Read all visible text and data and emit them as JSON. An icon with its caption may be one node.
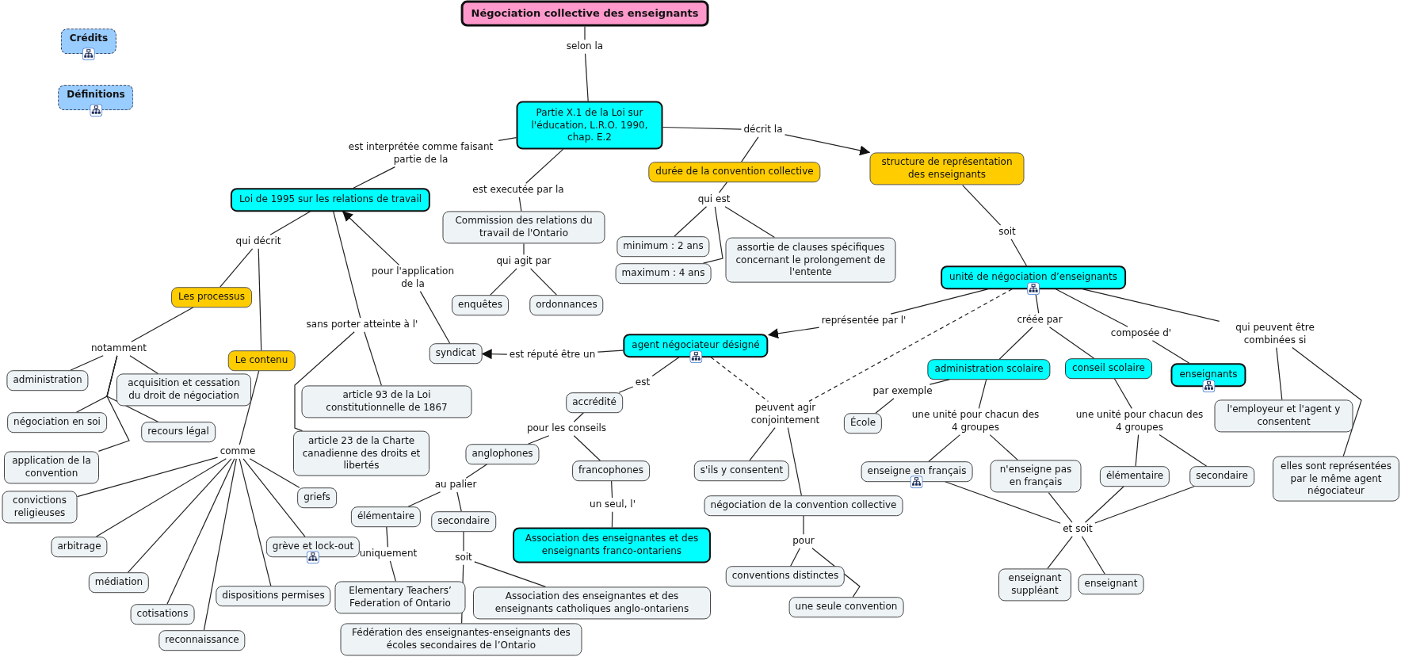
{
  "diagram": {
    "nodes": [
      {
        "text": [
          "Négociation collective des enseignants"
        ]
      },
      {
        "text": [
          "Crédits"
        ]
      },
      {
        "text": [
          "Définitions"
        ]
      },
      {
        "text": [
          "selon la"
        ]
      },
      {
        "text": [
          "Partie X.1 de la Loi sur l'éducation, L.R.O. 1990, chap. E.2"
        ]
      },
      {
        "text": [
          "est interprétée comme faisant partie de la"
        ]
      },
      {
        "text": [
          "Loi de 1995 sur les relations de travail"
        ]
      },
      {
        "text": [
          "est executée par la"
        ]
      },
      {
        "text": [
          "Commission des relations du travail de l'Ontario"
        ]
      },
      {
        "text": [
          "qui agit par"
        ]
      },
      {
        "text": [
          "enquêtes"
        ]
      },
      {
        "text": [
          "ordonnances"
        ]
      },
      {
        "text": [
          "décrit la"
        ]
      },
      {
        "text": [
          "durée de la convention collective"
        ]
      },
      {
        "text": [
          "structure de représentation des enseignants"
        ]
      },
      {
        "text": [
          "qui est"
        ]
      },
      {
        "text": [
          "minimum : 2 ans"
        ]
      },
      {
        "text": [
          "maximum : 4 ans"
        ]
      },
      {
        "text": [
          "assortie de clauses spécifiques concernant le prolongement de l'entente"
        ]
      },
      {
        "text": [
          "soit"
        ]
      },
      {
        "text": [
          "unité de négociation d’enseignants"
        ]
      },
      {
        "text": [
          "représentée par l'"
        ]
      },
      {
        "text": [
          "agent négociateur désigné"
        ]
      },
      {
        "text": [
          "créée par"
        ]
      },
      {
        "text": [
          "composée d'"
        ]
      },
      {
        "text": [
          "qui peuvent être combinées si"
        ]
      },
      {
        "text": [
          "pour l'application de la"
        ]
      },
      {
        "text": [
          "qui décrit"
        ]
      },
      {
        "text": [
          "Les processus"
        ]
      },
      {
        "text": [
          "notamment"
        ]
      },
      {
        "text": [
          "administration"
        ]
      },
      {
        "text": [
          "acquisition et cessation du droit de négociation"
        ]
      },
      {
        "text": [
          "négociation en soi"
        ]
      },
      {
        "text": [
          "recours légal"
        ]
      },
      {
        "text": [
          "application de la convention"
        ]
      },
      {
        "text": [
          "sans porter atteinte à l'"
        ]
      },
      {
        "text": [
          "Le contenu"
        ]
      },
      {
        "text": [
          "article 93 de la Loi constitutionnelle de 1867"
        ]
      },
      {
        "text": [
          "article 23 de la Charte canadienne des droits et libertés"
        ]
      },
      {
        "text": [
          "comme"
        ]
      },
      {
        "text": [
          "arbitrage"
        ]
      },
      {
        "text": [
          "griefs"
        ]
      },
      {
        "text": [
          "convictions religieuses"
        ]
      },
      {
        "text": [
          "médiation"
        ]
      },
      {
        "text": [
          "grève et lock-out"
        ]
      },
      {
        "text": [
          "cotisations"
        ]
      },
      {
        "text": [
          "dispositions permises"
        ]
      },
      {
        "text": [
          "reconnaissance"
        ]
      },
      {
        "text": [
          "syndicat"
        ]
      },
      {
        "text": [
          "est réputé être un"
        ]
      },
      {
        "text": [
          "est"
        ]
      },
      {
        "text": [
          "accrédité"
        ]
      },
      {
        "text": [
          "pour les conseils"
        ]
      },
      {
        "text": [
          "anglophones"
        ]
      },
      {
        "text": [
          "francophones"
        ]
      },
      {
        "text": [
          "un seul, l'"
        ]
      },
      {
        "text": [
          "Association des enseignantes et des enseignants franco-ontariens"
        ]
      },
      {
        "text": [
          "au palier"
        ]
      },
      {
        "text": [
          "élémentaire"
        ]
      },
      {
        "text": [
          "secondaire"
        ]
      },
      {
        "text": [
          "uniquement"
        ]
      },
      {
        "text": [
          "Elementary Teachers’ Federation of Ontario"
        ]
      },
      {
        "text": [
          "soit"
        ]
      },
      {
        "text": [
          "Association des enseignantes et des enseignants catholiques anglo-ontariens"
        ]
      },
      {
        "text": [
          "Fédération des enseignantes-enseignants des écoles secondaires de l’Ontario"
        ]
      },
      {
        "text": [
          "peuvent agir conjointement"
        ]
      },
      {
        "text": [
          "s'ils y consentent"
        ]
      },
      {
        "text": [
          "négociation de la convention collective"
        ]
      },
      {
        "text": [
          "pour"
        ]
      },
      {
        "text": [
          "conventions distinctes"
        ]
      },
      {
        "text": [
          "une seule convention"
        ]
      },
      {
        "text": [
          "administration scolaire"
        ]
      },
      {
        "text": [
          "conseil scolaire"
        ]
      },
      {
        "text": [
          "enseignants"
        ]
      },
      {
        "text": [
          "par exemple"
        ]
      },
      {
        "text": [
          "École"
        ]
      },
      {
        "text": [
          "une unité pour chacun des 4 groupes"
        ]
      },
      {
        "text": [
          "une unité pour chacun des 4 groupes"
        ]
      },
      {
        "text": [
          "l'employeur et l'agent y consentent"
        ]
      },
      {
        "text": [
          "elles sont représentées par le même agent négociateur"
        ]
      },
      {
        "text": [
          "enseigne en français"
        ]
      },
      {
        "text": [
          "n'enseigne pas en français"
        ]
      },
      {
        "text": [
          "élémentaire"
        ]
      },
      {
        "text": [
          "secondaire"
        ]
      },
      {
        "text": [
          "et soit"
        ]
      },
      {
        "text": [
          "enseignant suppléant"
        ]
      },
      {
        "text": [
          "enseignant"
        ]
      }
    ],
    "edges": [
      {
        "from": 0,
        "to": 3,
        "arrow": "none"
      },
      {
        "from": 3,
        "to": 4,
        "arrow": "none"
      },
      {
        "from": 4,
        "to": 5,
        "arrow": "none"
      },
      {
        "from": 5,
        "to": 6,
        "arrow": "none"
      },
      {
        "from": 4,
        "to": 7,
        "arrow": "none"
      },
      {
        "from": 7,
        "to": 8,
        "arrow": "none"
      },
      {
        "from": 8,
        "to": 9,
        "arrow": "none"
      },
      {
        "from": 9,
        "to": 10,
        "arrow": "none"
      },
      {
        "from": 9,
        "to": 11,
        "arrow": "none"
      },
      {
        "from": 4,
        "to": 12,
        "arrow": "none"
      },
      {
        "from": 12,
        "to": 13,
        "arrow": "none"
      },
      {
        "from": 12,
        "to": 14,
        "arrow": "to"
      },
      {
        "from": 13,
        "to": 15,
        "arrow": "none"
      },
      {
        "from": 15,
        "to": 16,
        "arrow": "none"
      },
      {
        "from": 15,
        "to": 17,
        "arrow": "none"
      },
      {
        "from": 15,
        "to": 18,
        "arrow": "none"
      },
      {
        "from": 14,
        "to": 19,
        "arrow": "none"
      },
      {
        "from": 19,
        "to": 20,
        "arrow": "none"
      },
      {
        "from": 20,
        "to": 21,
        "arrow": "none"
      },
      {
        "from": 21,
        "to": 22,
        "arrow": "to"
      },
      {
        "from": 20,
        "to": 65,
        "arrow": "none",
        "style": "dashed"
      },
      {
        "from": 22,
        "to": 65,
        "arrow": "none",
        "style": "dashed"
      },
      {
        "from": 65,
        "to": 66,
        "arrow": "none"
      },
      {
        "from": 65,
        "to": 67,
        "arrow": "none"
      },
      {
        "from": 67,
        "to": 68,
        "arrow": "none"
      },
      {
        "from": 68,
        "to": 69,
        "arrow": "none"
      },
      {
        "from": 68,
        "to": 70,
        "arrow": "none"
      },
      {
        "from": 20,
        "to": 23,
        "arrow": "none"
      },
      {
        "from": 23,
        "to": 71,
        "arrow": "none"
      },
      {
        "from": 23,
        "to": 72,
        "arrow": "none"
      },
      {
        "from": 20,
        "to": 24,
        "arrow": "none"
      },
      {
        "from": 24,
        "to": 73,
        "arrow": "none"
      },
      {
        "from": 20,
        "to": 25,
        "arrow": "none"
      },
      {
        "from": 25,
        "to": 78,
        "arrow": "none"
      },
      {
        "from": 25,
        "to": 79,
        "arrow": "none"
      },
      {
        "from": 71,
        "to": 74,
        "arrow": "none"
      },
      {
        "from": 74,
        "to": 75,
        "arrow": "none"
      },
      {
        "from": 71,
        "to": 76,
        "arrow": "none"
      },
      {
        "from": 76,
        "to": 80,
        "arrow": "none"
      },
      {
        "from": 76,
        "to": 81,
        "arrow": "none"
      },
      {
        "from": 72,
        "to": 77,
        "arrow": "none"
      },
      {
        "from": 77,
        "to": 82,
        "arrow": "none"
      },
      {
        "from": 77,
        "to": 83,
        "arrow": "none"
      },
      {
        "from": 80,
        "to": 84,
        "arrow": "none"
      },
      {
        "from": 81,
        "to": 84,
        "arrow": "none"
      },
      {
        "from": 82,
        "to": 84,
        "arrow": "none"
      },
      {
        "from": 83,
        "to": 84,
        "arrow": "none"
      },
      {
        "from": 84,
        "to": 85,
        "arrow": "none"
      },
      {
        "from": 84,
        "to": 86,
        "arrow": "none"
      },
      {
        "from": 22,
        "to": 49,
        "arrow": "none"
      },
      {
        "from": 49,
        "to": 48,
        "arrow": "to"
      },
      {
        "from": 48,
        "to": 26,
        "arrow": "none"
      },
      {
        "from": 26,
        "to": 6,
        "arrow": "to"
      },
      {
        "from": 22,
        "to": 50,
        "arrow": "none"
      },
      {
        "from": 50,
        "to": 51,
        "arrow": "none"
      },
      {
        "from": 51,
        "to": 52,
        "arrow": "none"
      },
      {
        "from": 52,
        "to": 53,
        "arrow": "none"
      },
      {
        "from": 52,
        "to": 54,
        "arrow": "none"
      },
      {
        "from": 54,
        "to": 55,
        "arrow": "none"
      },
      {
        "from": 55,
        "to": 56,
        "arrow": "none"
      },
      {
        "from": 53,
        "to": 57,
        "arrow": "none"
      },
      {
        "from": 57,
        "to": 58,
        "arrow": "none"
      },
      {
        "from": 57,
        "to": 59,
        "arrow": "none"
      },
      {
        "from": 58,
        "to": 60,
        "arrow": "none"
      },
      {
        "from": 60,
        "to": 61,
        "arrow": "none"
      },
      {
        "from": 59,
        "to": 62,
        "arrow": "none"
      },
      {
        "from": 62,
        "to": 63,
        "arrow": "none"
      },
      {
        "from": 62,
        "to": 64,
        "arrow": "none"
      },
      {
        "from": 6,
        "to": 27,
        "arrow": "none"
      },
      {
        "from": 27,
        "to": 28,
        "arrow": "none"
      },
      {
        "from": 27,
        "to": 36,
        "arrow": "none"
      },
      {
        "from": 28,
        "to": 29,
        "arrow": "none"
      },
      {
        "from": 29,
        "to": 30,
        "arrow": "none"
      },
      {
        "from": 29,
        "to": 31,
        "arrow": "none"
      },
      {
        "from": 29,
        "to": 32,
        "arrow": "none"
      },
      {
        "from": 29,
        "to": 33,
        "arrow": "none"
      },
      {
        "from": 29,
        "to": 34,
        "arrow": "none"
      },
      {
        "from": 6,
        "to": 35,
        "arrow": "none"
      },
      {
        "from": 35,
        "to": 37,
        "arrow": "none"
      },
      {
        "from": 35,
        "to": 38,
        "arrow": "none"
      },
      {
        "from": 36,
        "to": 39,
        "arrow": "none"
      },
      {
        "from": 39,
        "to": 40,
        "arrow": "none"
      },
      {
        "from": 39,
        "to": 41,
        "arrow": "none"
      },
      {
        "from": 39,
        "to": 42,
        "arrow": "none"
      },
      {
        "from": 39,
        "to": 43,
        "arrow": "none"
      },
      {
        "from": 39,
        "to": 44,
        "arrow": "none"
      },
      {
        "from": 39,
        "to": 45,
        "arrow": "none"
      },
      {
        "from": 39,
        "to": 46,
        "arrow": "none"
      },
      {
        "from": 39,
        "to": 47,
        "arrow": "none"
      }
    ]
  }
}
